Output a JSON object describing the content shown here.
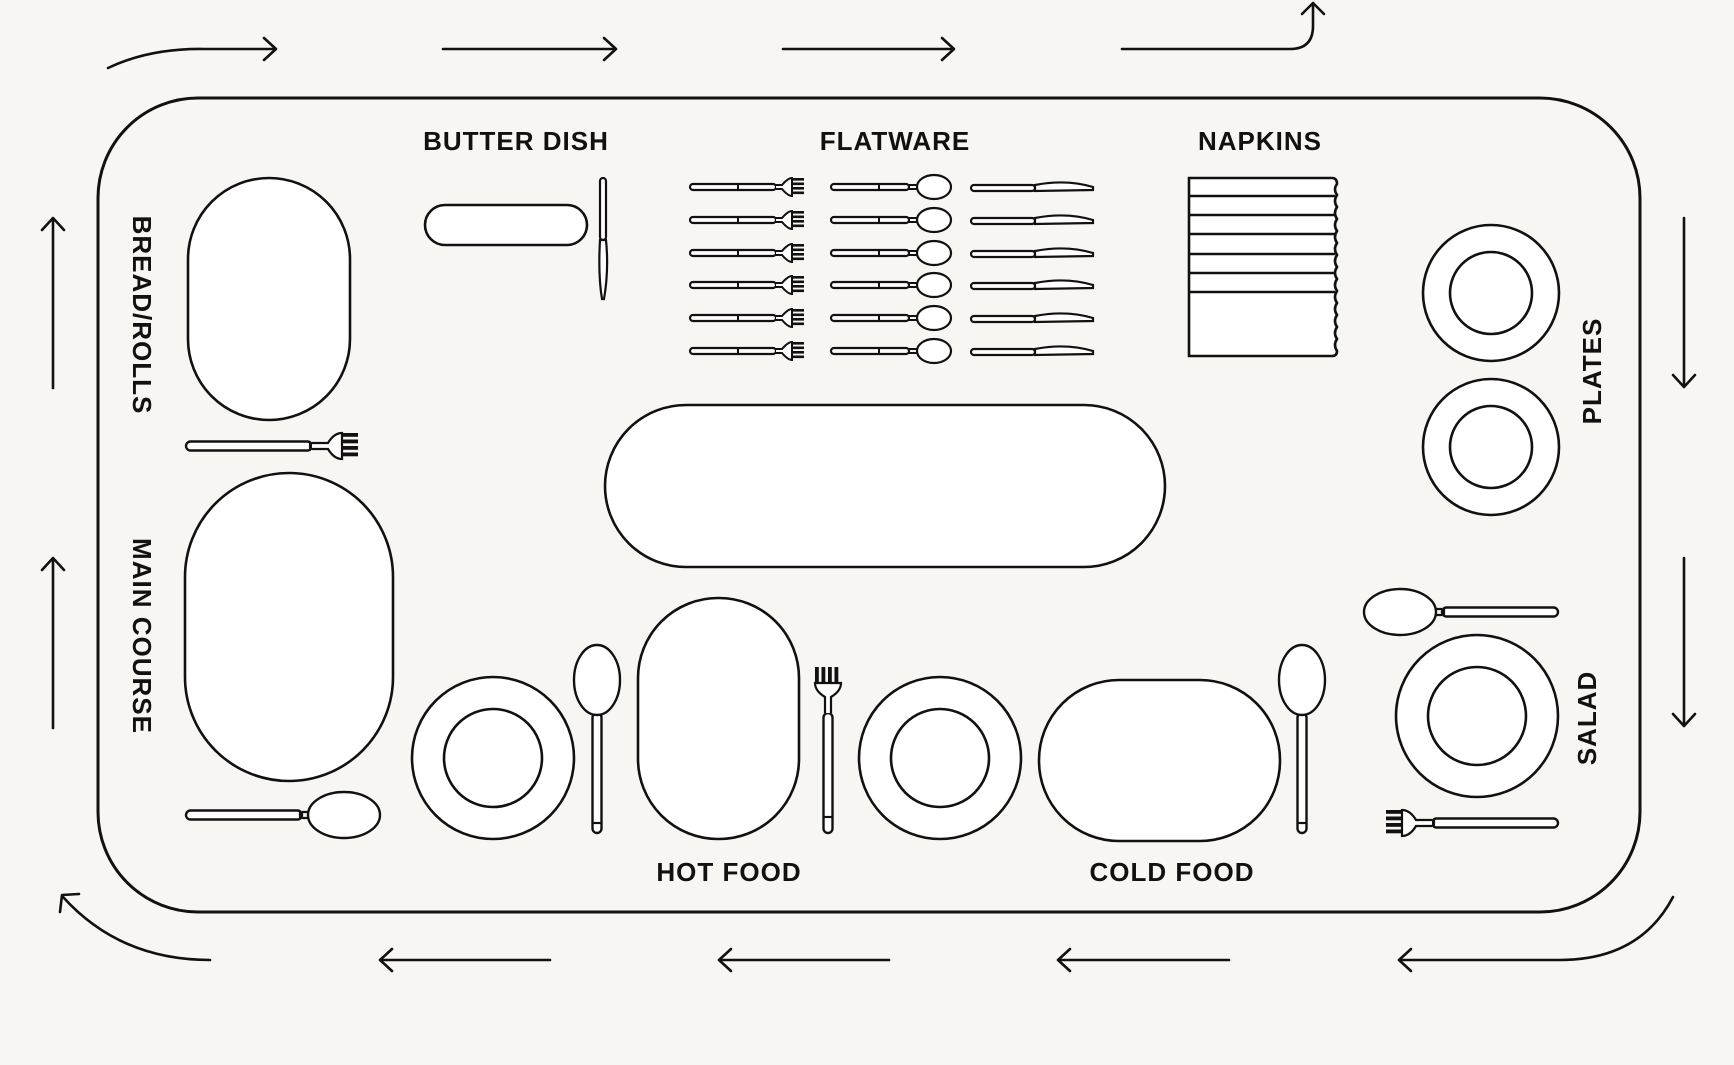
{
  "diagram": {
    "labels": {
      "butter_dish": "BUTTER DISH",
      "flatware": "FLATWARE",
      "napkins": "NAPKINS",
      "bread_rolls": "BREAD/ROLLS",
      "main_course": "MAIN COURSE",
      "plates": "PLATES",
      "salad": "SALAD",
      "hot_food": "HOT FOOD",
      "cold_food": "COLD FOOD"
    },
    "flow_direction": "clockwise",
    "colors": {
      "background": "#f7f6f2",
      "table": "#f7f6f2",
      "item_fill": "#ffffff",
      "stroke": "#111111"
    }
  }
}
